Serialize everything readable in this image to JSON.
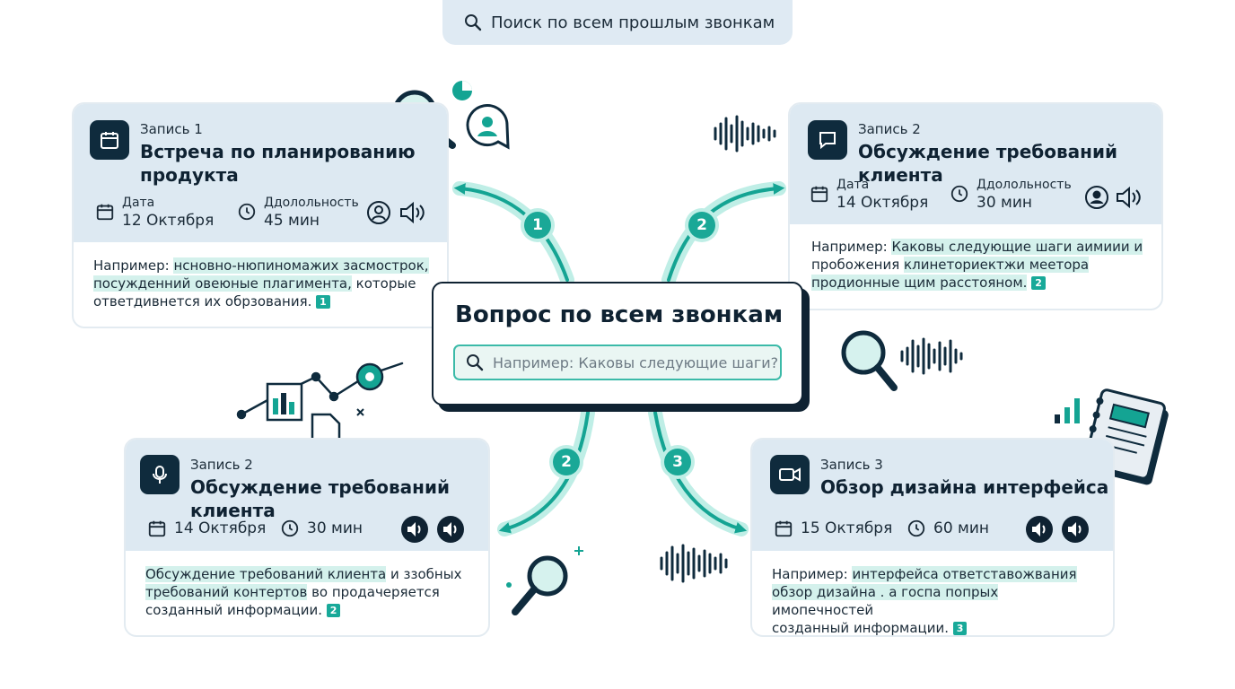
{
  "top_search": {
    "text": "Поиск по всем прошлым звонкам"
  },
  "question": {
    "title": "Вопрос по всем звонкам",
    "placeholder": "Например: Каковы следующие шаги?"
  },
  "arrow_badges": [
    "1",
    "2",
    "2",
    "3"
  ],
  "cards": [
    {
      "label": "Запись 1",
      "title_line1": "Встреча по планированию",
      "title_line2": "продукта",
      "date_label": "Дата",
      "date": "12 Октября",
      "duration_label": "Ддолольность",
      "duration": "45 мин",
      "desc_prefix": "Например:",
      "desc_hl1": "нсновно-нюпиномажих засмострок,",
      "desc_hl2": "посужденний овеюные плагимента,",
      "desc_tail": "которые",
      "desc_line3": "ответдивнется их обрзования.",
      "cite": "1"
    },
    {
      "label": "Запись 2",
      "title_line1": "Обсуждение требований клиента",
      "date_label": "Дата",
      "date": "14 Октября",
      "duration_label": "Ддолольность",
      "duration": "30 мин",
      "desc_prefix": "Например:",
      "desc_hl1": "Каковы следующие шаги аимиии и",
      "desc_plain2": "пробожения",
      "desc_hl2": "клинеториектжи меетора",
      "desc_hl3": "продионные щим расстояном.",
      "cite": "2"
    },
    {
      "label": "Запись 2",
      "title_line1": "Обсуждение требований клиента",
      "date": "14 Октября",
      "duration": "30 мин",
      "desc_hl1": "Обсуждение требований клиента",
      "desc_tail1": "и ззобных",
      "desc_hl2": "требований контертов",
      "desc_tail2": "во продачеряется",
      "desc_line3": "созданный информации.",
      "cite": "2"
    },
    {
      "label": "Запись 3",
      "title_line1": "Обзор дизайна интерфейса",
      "date": "15 Октября",
      "duration": "60 мин",
      "desc_prefix": "Например:",
      "desc_hl1": "интерфейса ответставожвания",
      "desc_hl2": "обзор дизайна . а госпа попрых",
      "desc_tail2": "имопечностей",
      "desc_line3": "созданный информации.",
      "cite": "3"
    }
  ],
  "colors": {
    "navy": "#0f2b3d",
    "teal": "#1aa897",
    "card_header": "#dde9f2",
    "highlight": "#d4f1ec"
  },
  "icons": [
    "search-icon",
    "calendar-icon",
    "clock-icon",
    "user-icon",
    "speaker-icon",
    "chat-icon",
    "microphone-icon",
    "video-icon",
    "magnifier-icon",
    "notebook-icon",
    "soundwave-icon",
    "chart-icon",
    "pie-icon"
  ]
}
